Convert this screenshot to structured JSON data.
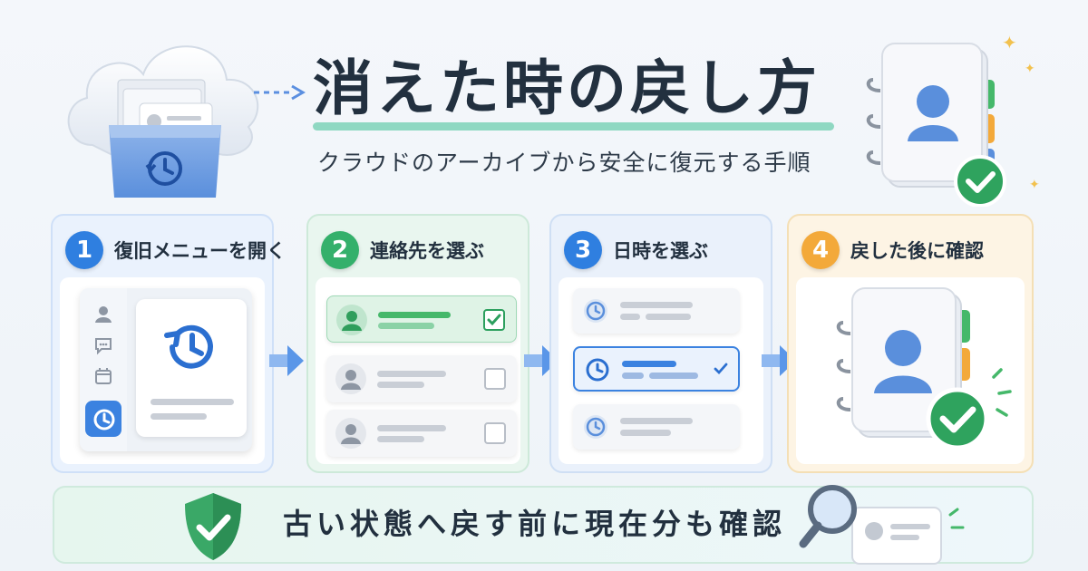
{
  "header": {
    "title": "消えた時の戻し方",
    "subtitle": "クラウドのアーカイブから安全に復元する手順"
  },
  "steps": [
    {
      "number": "1",
      "label": "復旧メニューを開く",
      "color": "#2f7fe0"
    },
    {
      "number": "2",
      "label": "連絡先を選ぶ",
      "color": "#34b06b"
    },
    {
      "number": "3",
      "label": "日時を選ぶ",
      "color": "#2f7fe0"
    },
    {
      "number": "4",
      "label": "戻した後に確認",
      "color": "#f3a93a"
    }
  ],
  "banner": {
    "text": "古い状態へ戻す前に現在分も確認"
  },
  "colors": {
    "accent_blue": "#2f7fe0",
    "accent_green": "#34b06b",
    "accent_orange": "#f3a93a",
    "title_rule": "#8fd8c2"
  },
  "icons": [
    "cloud-archive-icon",
    "history-icon",
    "address-book-icon",
    "check-circle-icon",
    "shield-check-icon",
    "magnifier-icon",
    "clock-icon",
    "person-icon",
    "chat-icon",
    "calendar-icon"
  ]
}
